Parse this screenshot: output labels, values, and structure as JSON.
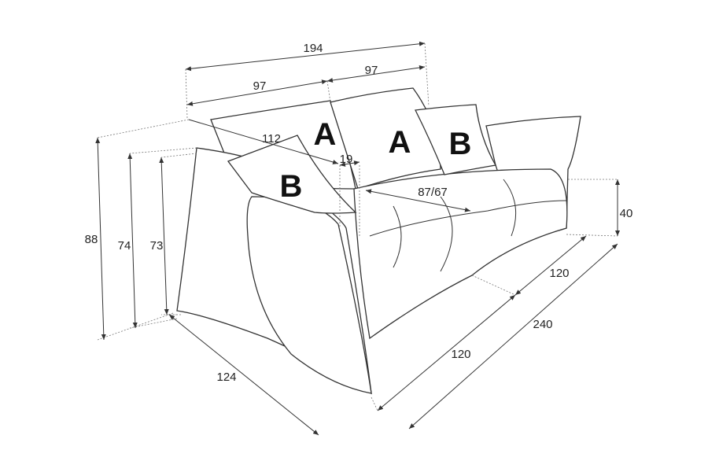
{
  "title": "Sofa dimensions diagram",
  "dimensions": {
    "total_width": "194",
    "half_width_left": "97",
    "half_width_right": "97",
    "diagonal_depth": "112",
    "arm_width": "19",
    "seat_depth": "87/67",
    "seat_height": "40",
    "total_height": "88",
    "arm_height_outer": "74",
    "arm_height_inner": "73",
    "depth": "124",
    "length_total": "240",
    "length_half_front": "120",
    "length_half_back": "120"
  },
  "cushion_labels": {
    "back_left": "A",
    "back_right": "A",
    "throw_left": "B",
    "throw_right": "B"
  }
}
